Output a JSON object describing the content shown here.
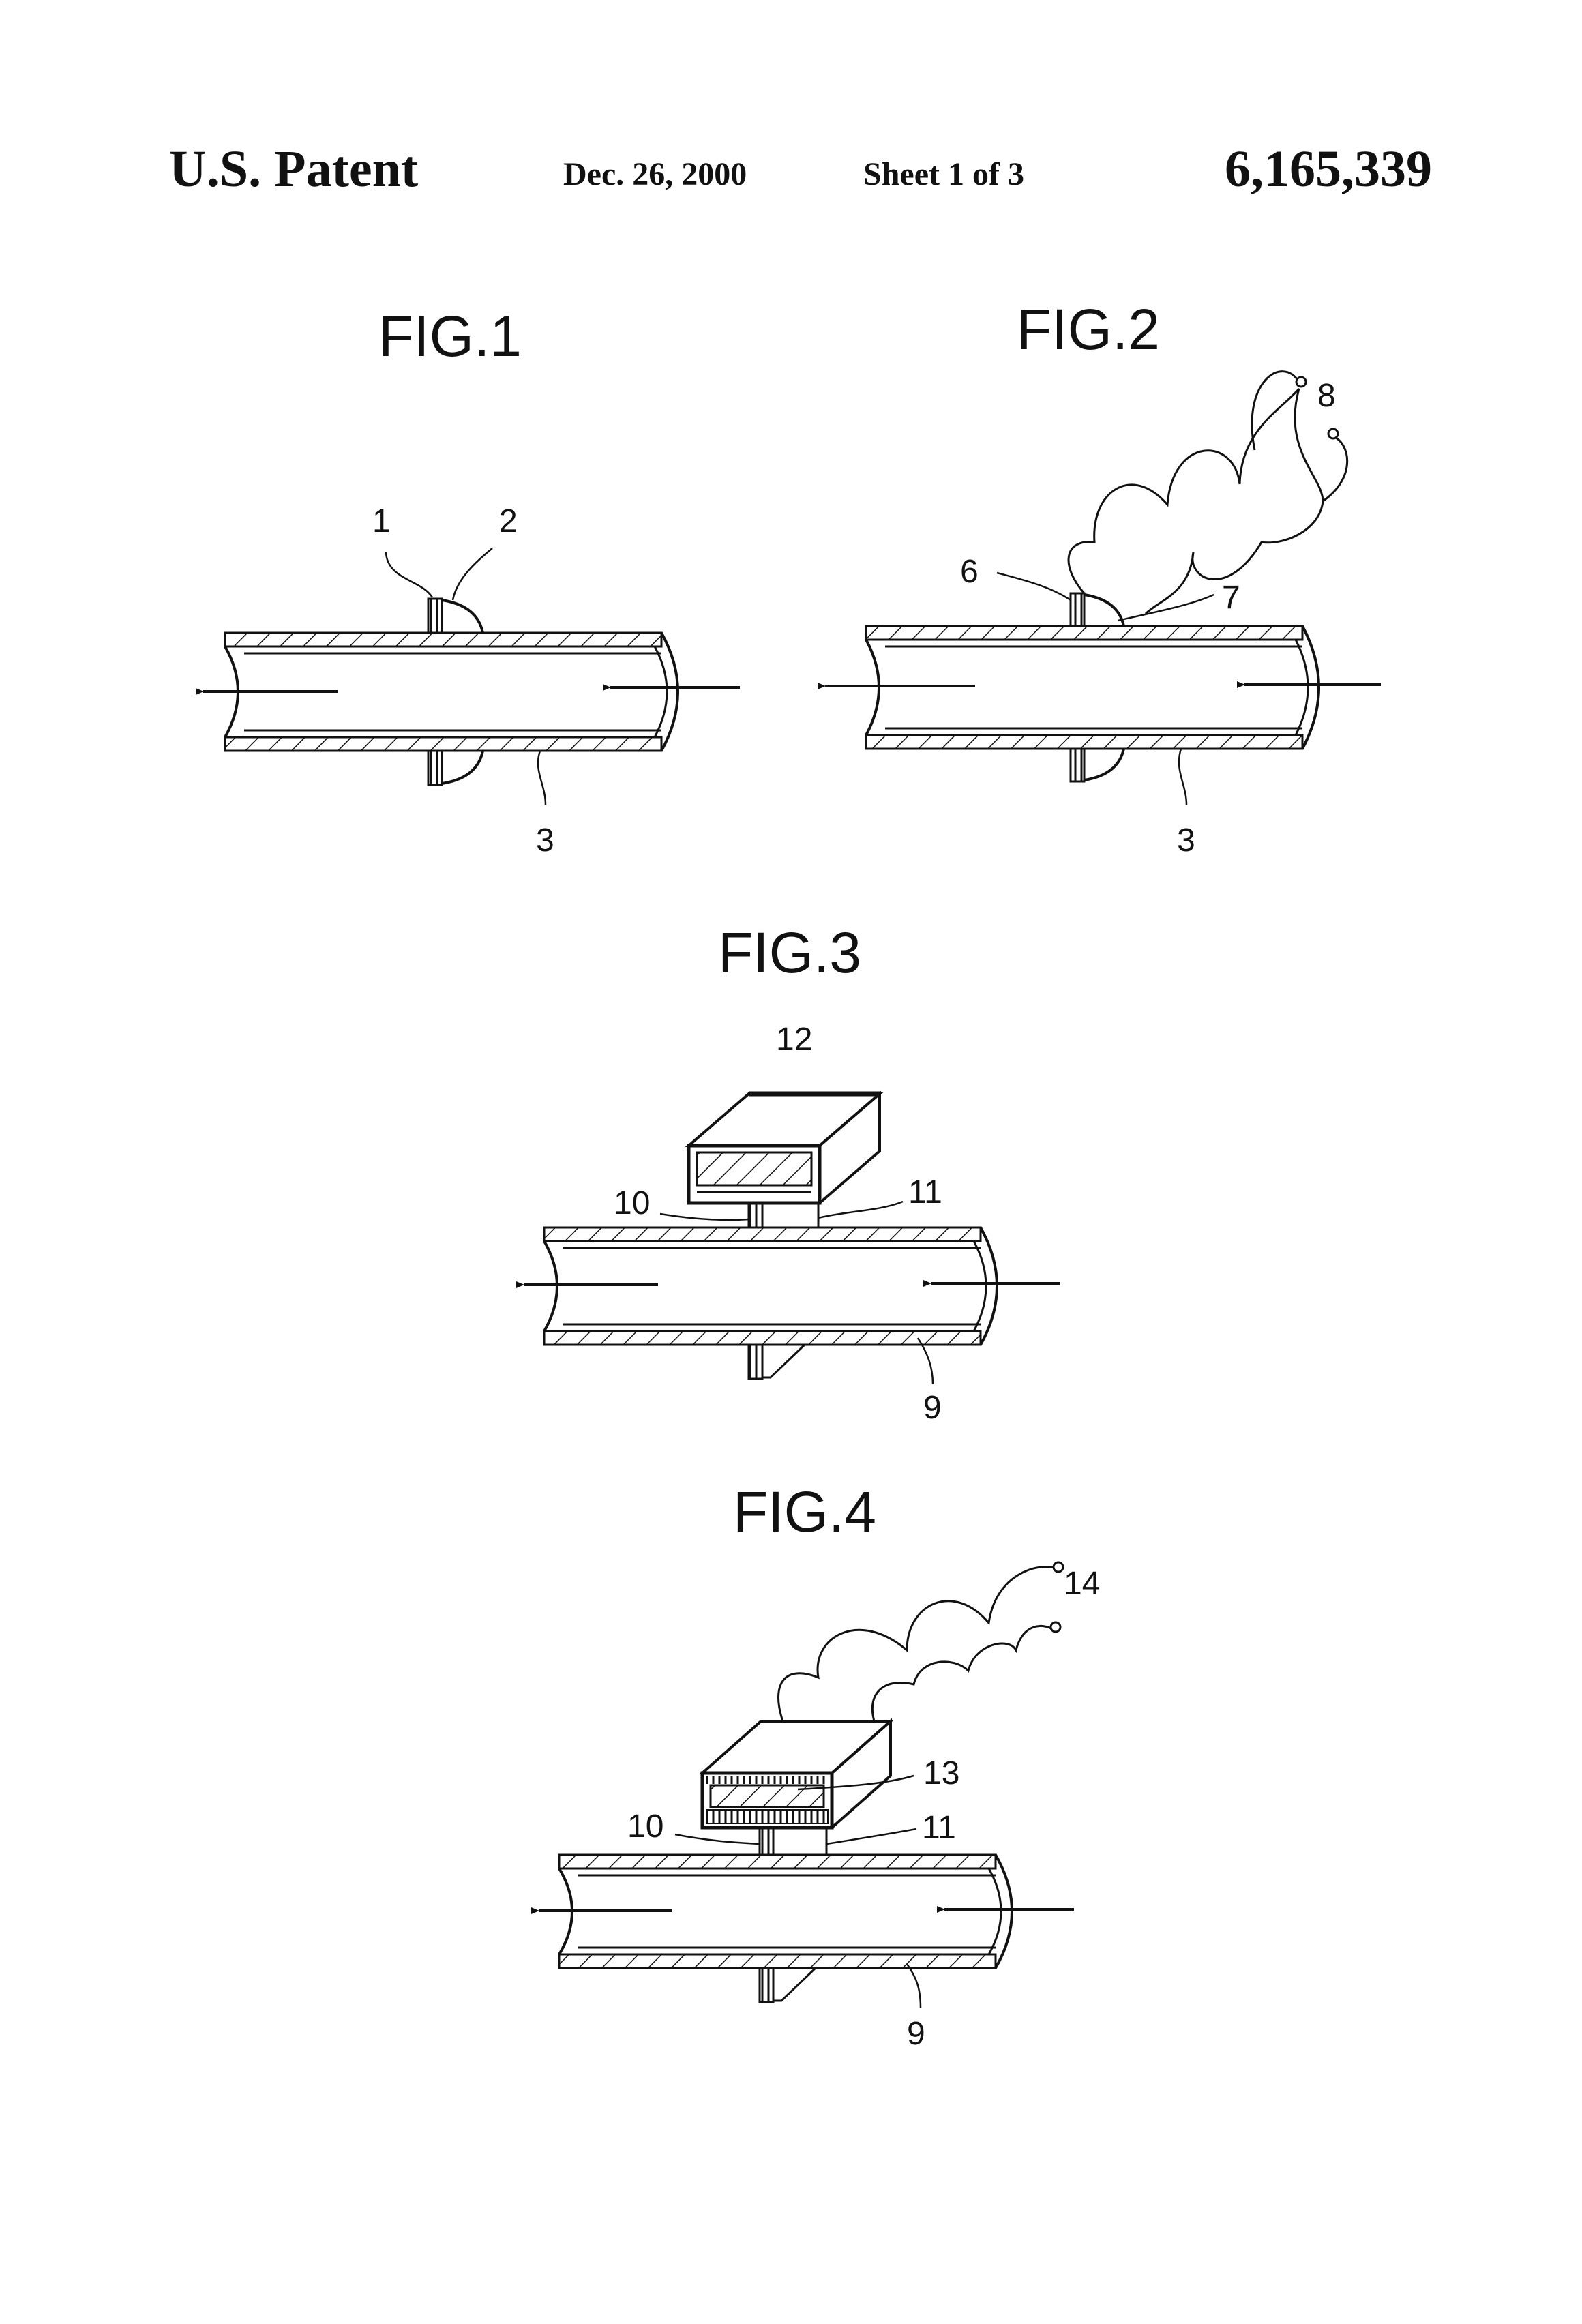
{
  "header": {
    "left": "U.S. Patent",
    "date": "Dec. 26, 2000",
    "sheet": "Sheet 1 of 3",
    "number": "6,165,339"
  },
  "figures": {
    "fig1": {
      "title": "FIG.1",
      "labels": [
        "1",
        "2",
        "3"
      ]
    },
    "fig2": {
      "title": "FIG.2",
      "labels": [
        "6",
        "7",
        "8",
        "3"
      ]
    },
    "fig3": {
      "title": "FIG.3",
      "labels": [
        "12",
        "10",
        "11",
        "9"
      ]
    },
    "fig4": {
      "title": "FIG.4",
      "labels": [
        "14",
        "13",
        "10",
        "11",
        "9"
      ]
    }
  }
}
